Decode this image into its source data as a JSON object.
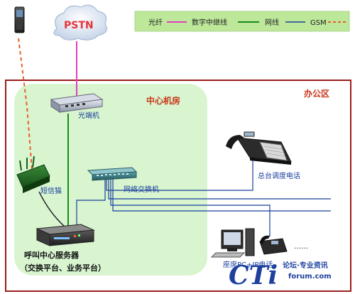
{
  "legend": {
    "items": [
      {
        "label": "光纤",
        "color": "#e040c0",
        "style": "solid"
      },
      {
        "label": "数字中继线",
        "color": "#1a8a1a",
        "style": "solid"
      },
      {
        "label": "网线",
        "color": "#1a3f9c",
        "style": "solid"
      },
      {
        "label": "GSM",
        "color": "#e8602a",
        "style": "dashed"
      }
    ]
  },
  "cloud": {
    "label": "PSTN"
  },
  "zones": {
    "office": "办公区",
    "center": "中心机房"
  },
  "devices": {
    "optical_terminal": "光端机",
    "sms_cat": "短信猫",
    "network_switch": "网络交换机",
    "dispatch_phone": "总台调度电话",
    "server_line1": "呼叫中心服务器",
    "server_line2": "（交换平台、业务平台）",
    "seat": "座席PC+IP电话",
    "ellipsis": "……"
  },
  "watermark": {
    "logo": "CTi",
    "tagline": "论坛·专业资讯",
    "site": "forum.com"
  },
  "colors": {
    "fiber": "#e040c0",
    "trunk": "#1a8a1a",
    "lan": "#1a3f9c",
    "gsm": "#e8602a",
    "office_border": "#9c1d1d",
    "center_fill": "#d8f5d0"
  }
}
